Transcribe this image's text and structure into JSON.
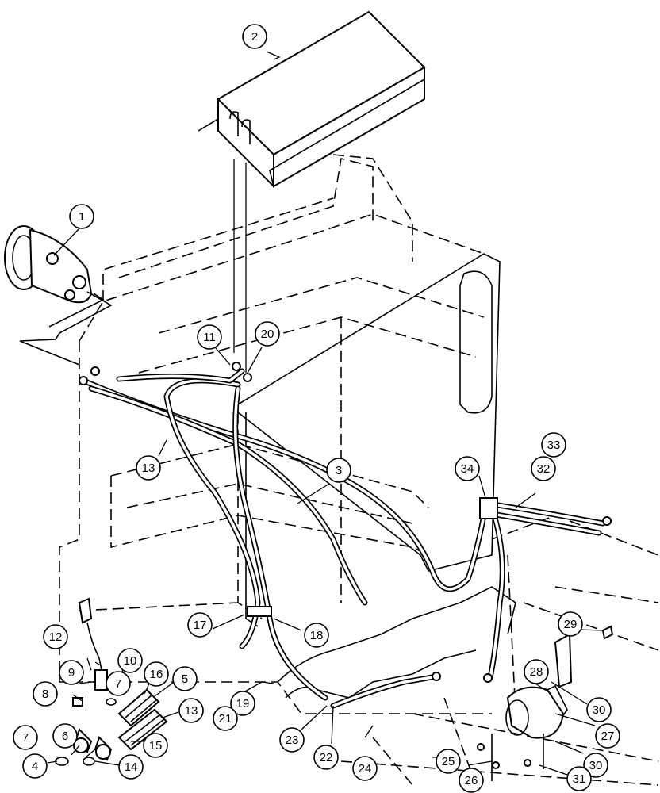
{
  "callouts": [
    {
      "id": "1",
      "label": "1"
    },
    {
      "id": "2",
      "label": "2"
    },
    {
      "id": "3",
      "label": "3"
    },
    {
      "id": "4",
      "label": "4"
    },
    {
      "id": "5",
      "label": "5"
    },
    {
      "id": "6",
      "label": "6"
    },
    {
      "id": "7a",
      "label": "7"
    },
    {
      "id": "7b",
      "label": "7"
    },
    {
      "id": "8",
      "label": "8"
    },
    {
      "id": "9",
      "label": "9"
    },
    {
      "id": "10",
      "label": "10"
    },
    {
      "id": "11",
      "label": "11"
    },
    {
      "id": "12",
      "label": "12"
    },
    {
      "id": "13a",
      "label": "13"
    },
    {
      "id": "13b",
      "label": "13"
    },
    {
      "id": "14",
      "label": "14"
    },
    {
      "id": "15",
      "label": "15"
    },
    {
      "id": "16",
      "label": "16"
    },
    {
      "id": "17",
      "label": "17"
    },
    {
      "id": "18",
      "label": "18"
    },
    {
      "id": "19",
      "label": "19"
    },
    {
      "id": "20",
      "label": "20"
    },
    {
      "id": "21",
      "label": "21"
    },
    {
      "id": "22",
      "label": "22"
    },
    {
      "id": "23",
      "label": "23"
    },
    {
      "id": "24",
      "label": "24"
    },
    {
      "id": "25",
      "label": "25"
    },
    {
      "id": "26",
      "label": "26"
    },
    {
      "id": "27",
      "label": "27"
    },
    {
      "id": "28",
      "label": "28"
    },
    {
      "id": "29",
      "label": "29"
    },
    {
      "id": "30a",
      "label": "30"
    },
    {
      "id": "30b",
      "label": "30"
    },
    {
      "id": "31",
      "label": "31"
    },
    {
      "id": "32",
      "label": "32"
    },
    {
      "id": "33",
      "label": "33"
    },
    {
      "id": "34",
      "label": "34"
    }
  ]
}
